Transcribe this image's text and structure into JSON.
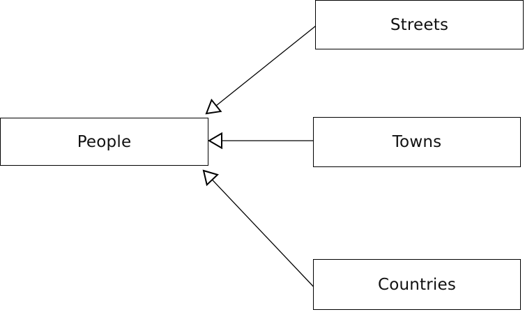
{
  "diagram": {
    "type": "generalization-hierarchy",
    "background_color": "#ffffff",
    "line_color": "#000000",
    "box_fill_color": "#ffffff",
    "box_border_color": "#000000",
    "text_color": "#111111",
    "nodes": [
      {
        "id": "people",
        "label": "People"
      },
      {
        "id": "streets",
        "label": "Streets"
      },
      {
        "id": "towns",
        "label": "Towns"
      },
      {
        "id": "countries",
        "label": "Countries"
      }
    ],
    "edges": [
      {
        "from": "streets",
        "to": "people",
        "arrowhead": "open-triangle",
        "arrow_points_at": "people"
      },
      {
        "from": "towns",
        "to": "people",
        "arrowhead": "open-triangle",
        "arrow_points_at": "people"
      },
      {
        "from": "countries",
        "to": "people",
        "arrowhead": "open-triangle",
        "arrow_points_at": "people"
      }
    ]
  }
}
